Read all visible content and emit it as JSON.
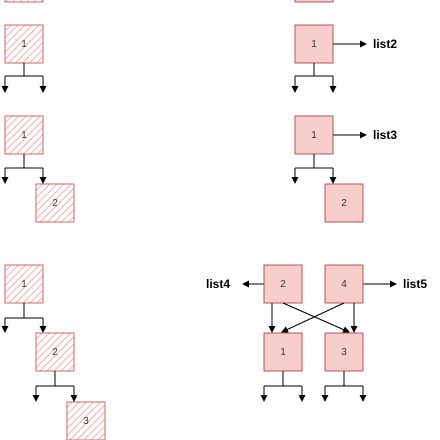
{
  "colors": {
    "node_fill": "#f8cecc",
    "node_stroke": "#b85450",
    "sketch_stroke": "#d2665f",
    "edge": "#000000"
  },
  "left_column": {
    "diagram1": {
      "node": "1"
    },
    "diagram2": {
      "root": "1",
      "child": "2"
    },
    "diagram3": {
      "root": "1",
      "child": "2",
      "grandchild": "3"
    }
  },
  "right_column": {
    "diagram1": {
      "node": "1",
      "label": "list2"
    },
    "diagram2": {
      "root": "1",
      "child": "2",
      "label": "list3"
    },
    "diagram3": {
      "top_left": "2",
      "top_right": "4",
      "bottom_left": "1",
      "bottom_right": "3",
      "label_left": "list4",
      "label_right": "list5"
    }
  }
}
